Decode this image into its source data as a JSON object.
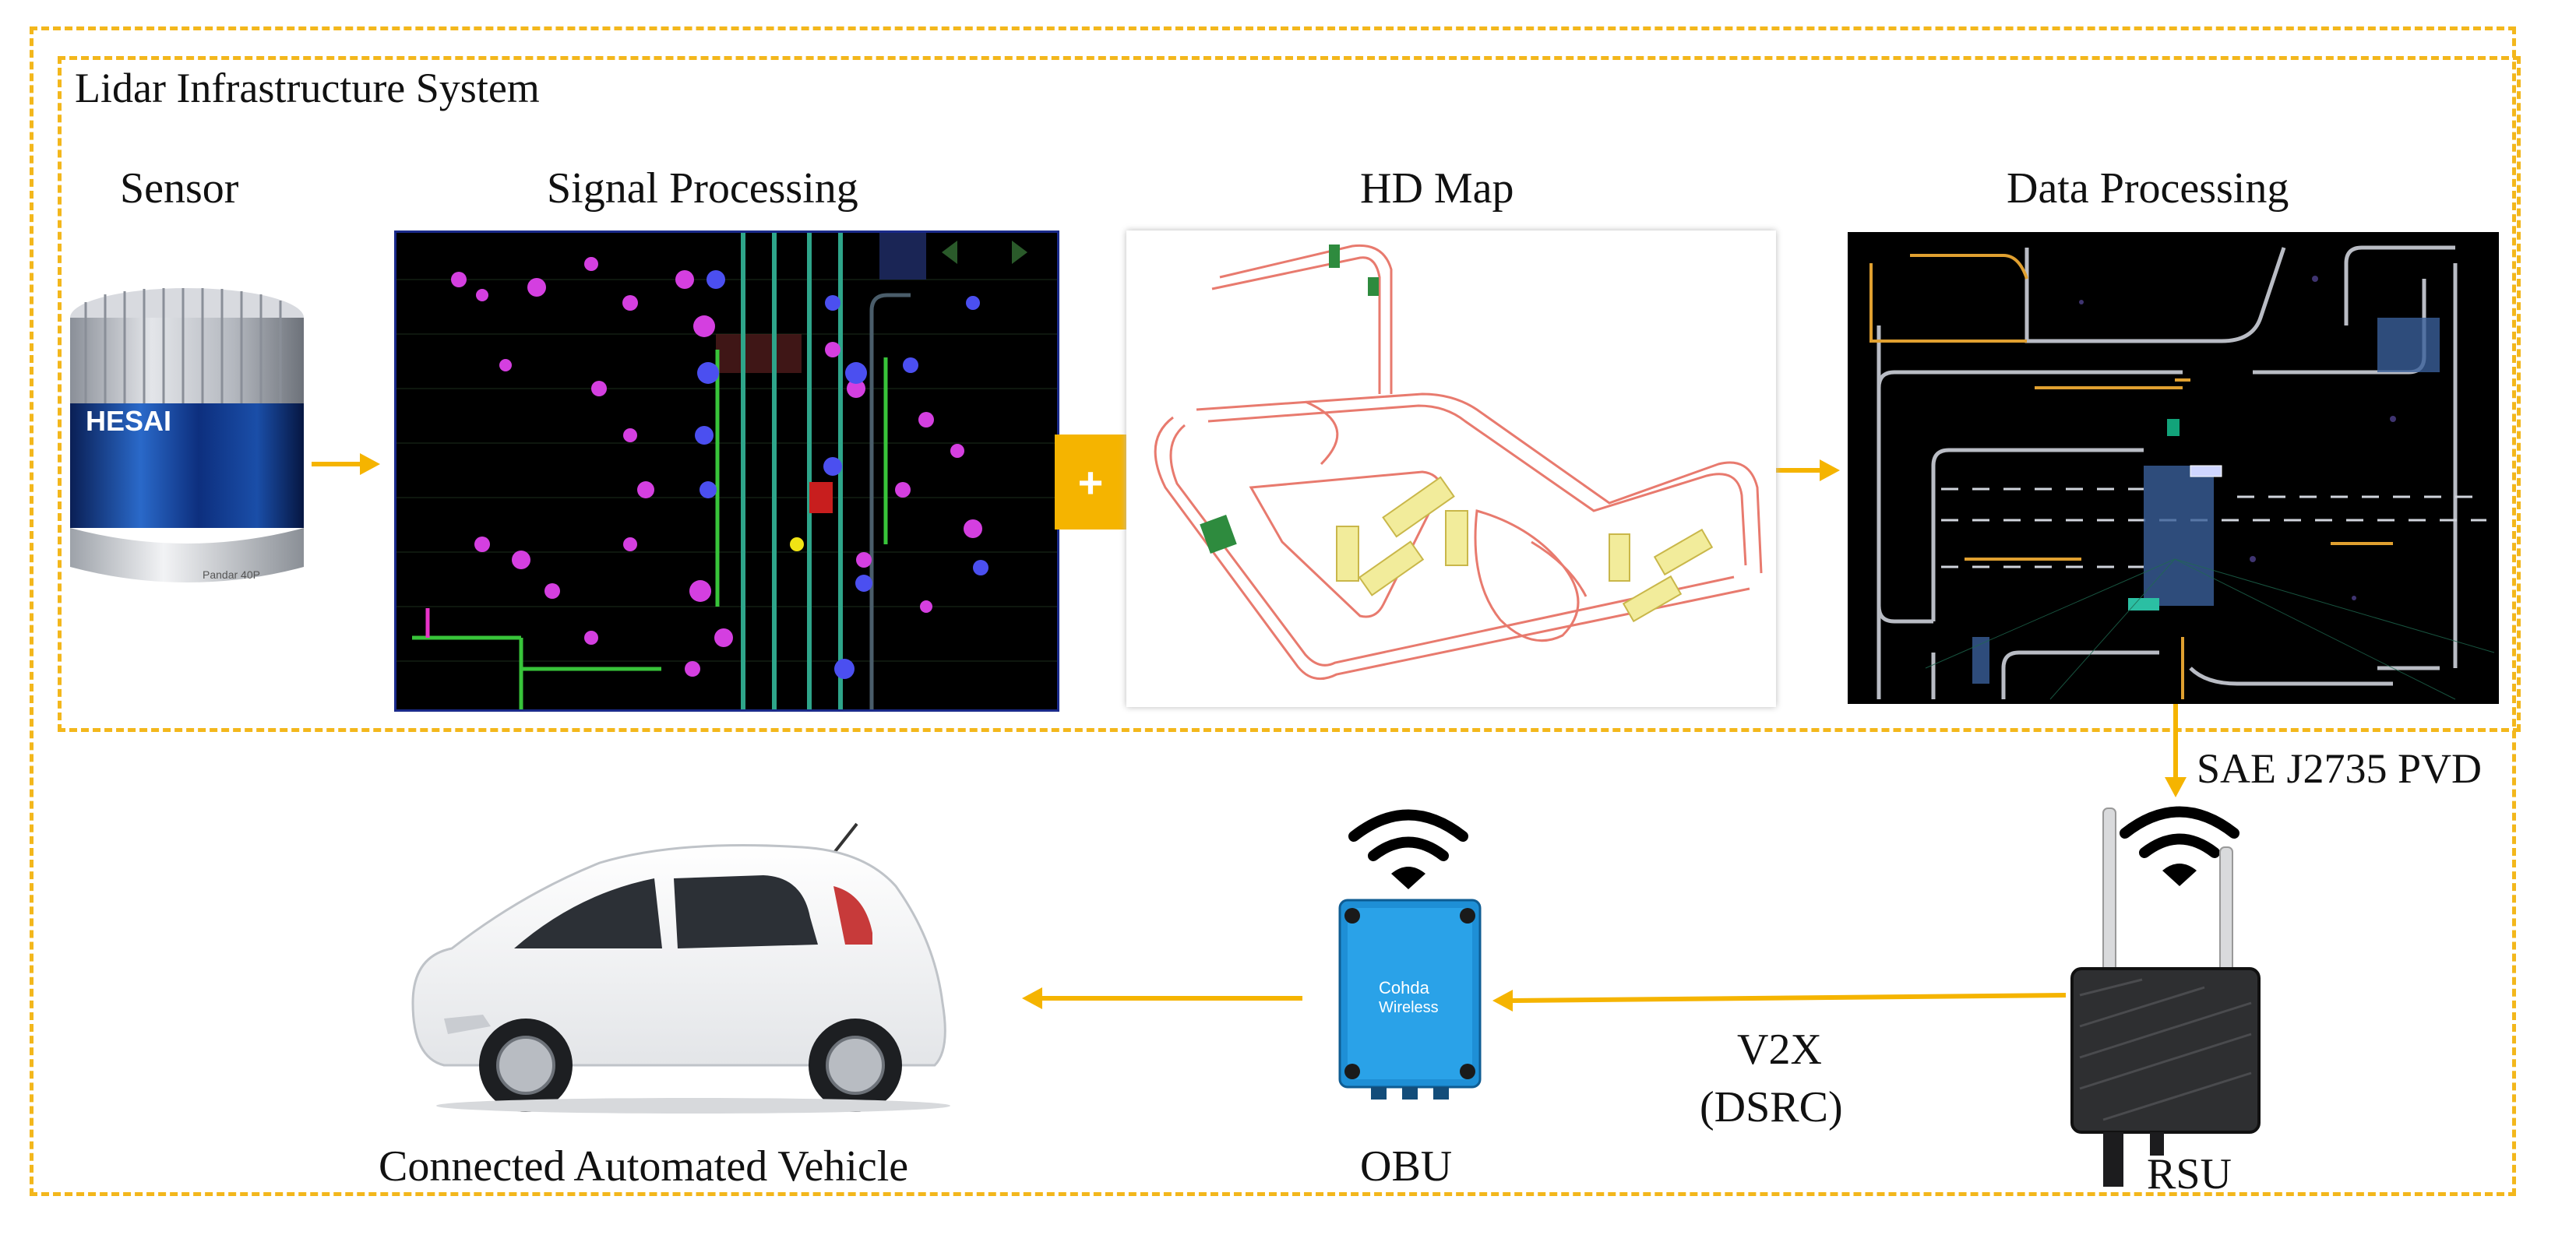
{
  "outer_title": "Lidar Infrastructure System",
  "stages": {
    "sensor": "Sensor",
    "signal_processing": "Signal Processing",
    "hd_map": "HD Map",
    "data_processing": "Data Processing"
  },
  "sensor_brand": "HESAI",
  "sensor_model": "Pandar 40P",
  "plus_symbol": "+",
  "message_label": "SAE J2735 PVD",
  "link_label_1": "V2X",
  "link_label_2": "(DSRC)",
  "devices": {
    "vehicle": "Connected Automated Vehicle",
    "obu": "OBU",
    "rsu": "RSU"
  },
  "obu_brand_1": "Cohda",
  "obu_brand_2": "Wireless",
  "colors": {
    "dashed_border": "#f3b71c",
    "arrow": "#f5b400",
    "panel_dark": "#000000",
    "obu_blue": "#1e8fd6",
    "hd_map_line": "#e87a6e",
    "intersection": "#f2ec9b"
  },
  "icons": [
    "wifi-icon",
    "lidar-sensor-icon",
    "car-icon",
    "obu-device-icon",
    "rsu-device-icon"
  ]
}
